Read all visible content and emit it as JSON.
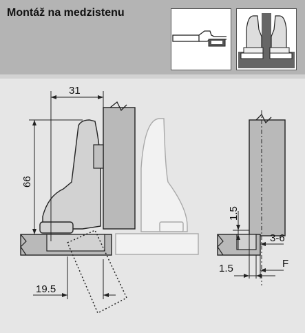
{
  "header": {
    "title": "Montáž na medzistenu",
    "thumbnails": [
      {
        "name": "side-view-thumbnail"
      },
      {
        "name": "front-view-thumbnail"
      }
    ]
  },
  "dimensions": {
    "overlay_width": "31",
    "cup_height": "66",
    "plate_offset": "19.5",
    "plate_thickness": "1.5",
    "gap": "1.5",
    "overlay_range": "3-6",
    "reveal": "F"
  },
  "colors": {
    "header_bg": "#b4b4b4",
    "drawing_bg": "#e6e6e6",
    "panel": "#b9b9b9",
    "hinge": "#d2d2d2",
    "ghost": "#a9a9a9"
  }
}
